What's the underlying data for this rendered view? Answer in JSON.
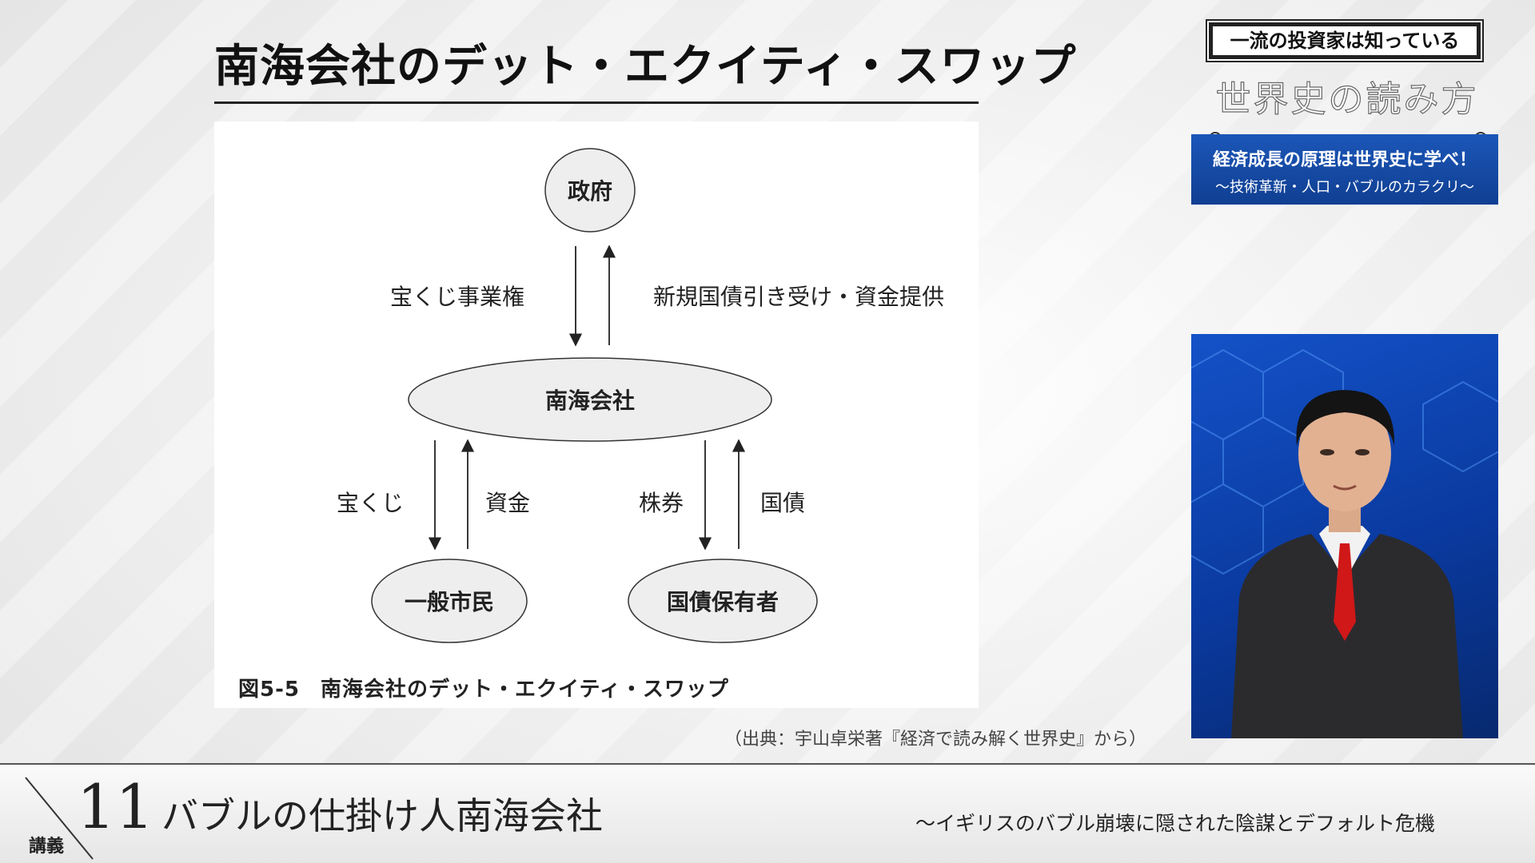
{
  "slide": {
    "title": "南海会社のデット・エクイティ・スワップ",
    "source_note": "（出典：宇山卓栄著『経済で読み解く世界史』から）"
  },
  "diagram": {
    "nodes": {
      "government": "政府",
      "south_sea_company": "南海会社",
      "citizens": "一般市民",
      "bondholders": "国債保有者"
    },
    "flows": {
      "lottery_rights": "宝くじ事業権",
      "new_bonds_funding": "新規国債引き受け・資金提供",
      "lottery": "宝くじ",
      "funds": "資金",
      "shares": "株券",
      "bonds": "国債"
    },
    "caption": {
      "figure_number": "図5-5",
      "text": "南海会社のデット・エクイティ・スワップ"
    }
  },
  "brand": {
    "tagline": "一流の投資家は知っている",
    "title": "世界史の読み方",
    "banner_main": "経済成長の原理は世界史に学べ！",
    "banner_sub": "〜技術革新・人口・バブルのカラクリ〜"
  },
  "footer": {
    "lecture_word": "講義",
    "lecture_number": "11",
    "lecture_title": "バブルの仕掛け人南海会社",
    "lecture_subtitle": "〜イギリスのバブル崩壊に隠された陰謀とデフォルト危機"
  },
  "colors": {
    "banner_blue": "#1b56b8",
    "video_blue": "#1452c8",
    "tie_red": "#d01818"
  }
}
